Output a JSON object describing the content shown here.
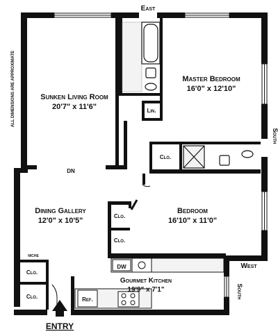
{
  "orientation": {
    "east": "East",
    "south_top": "South",
    "west": "West",
    "south_bottom": "South"
  },
  "disclaimer": "ALL DIMENSIONS ARE APPROXIMATE",
  "rooms": {
    "living": {
      "name": "Sunken Living Room",
      "dims": "20'7\" x 11'6\""
    },
    "master": {
      "name": "Master Bedroom",
      "dims": "16'0\" x 12'10\""
    },
    "dining": {
      "name": "Dining Gallery",
      "dims": "12'0\" x 10'5\""
    },
    "bedroom": {
      "name": "Bedroom",
      "dims": "16'10\" x 11'0\""
    },
    "kitchen": {
      "name": "Gourmet Kitchen",
      "dims": "19'9\" x 7'1\""
    }
  },
  "labels": {
    "dn": "DN",
    "lin": "Lin.",
    "clo": "Clo.",
    "niche": "NICHE",
    "dw": "DW",
    "ref": "Ref.",
    "entry": "ENTRY"
  }
}
